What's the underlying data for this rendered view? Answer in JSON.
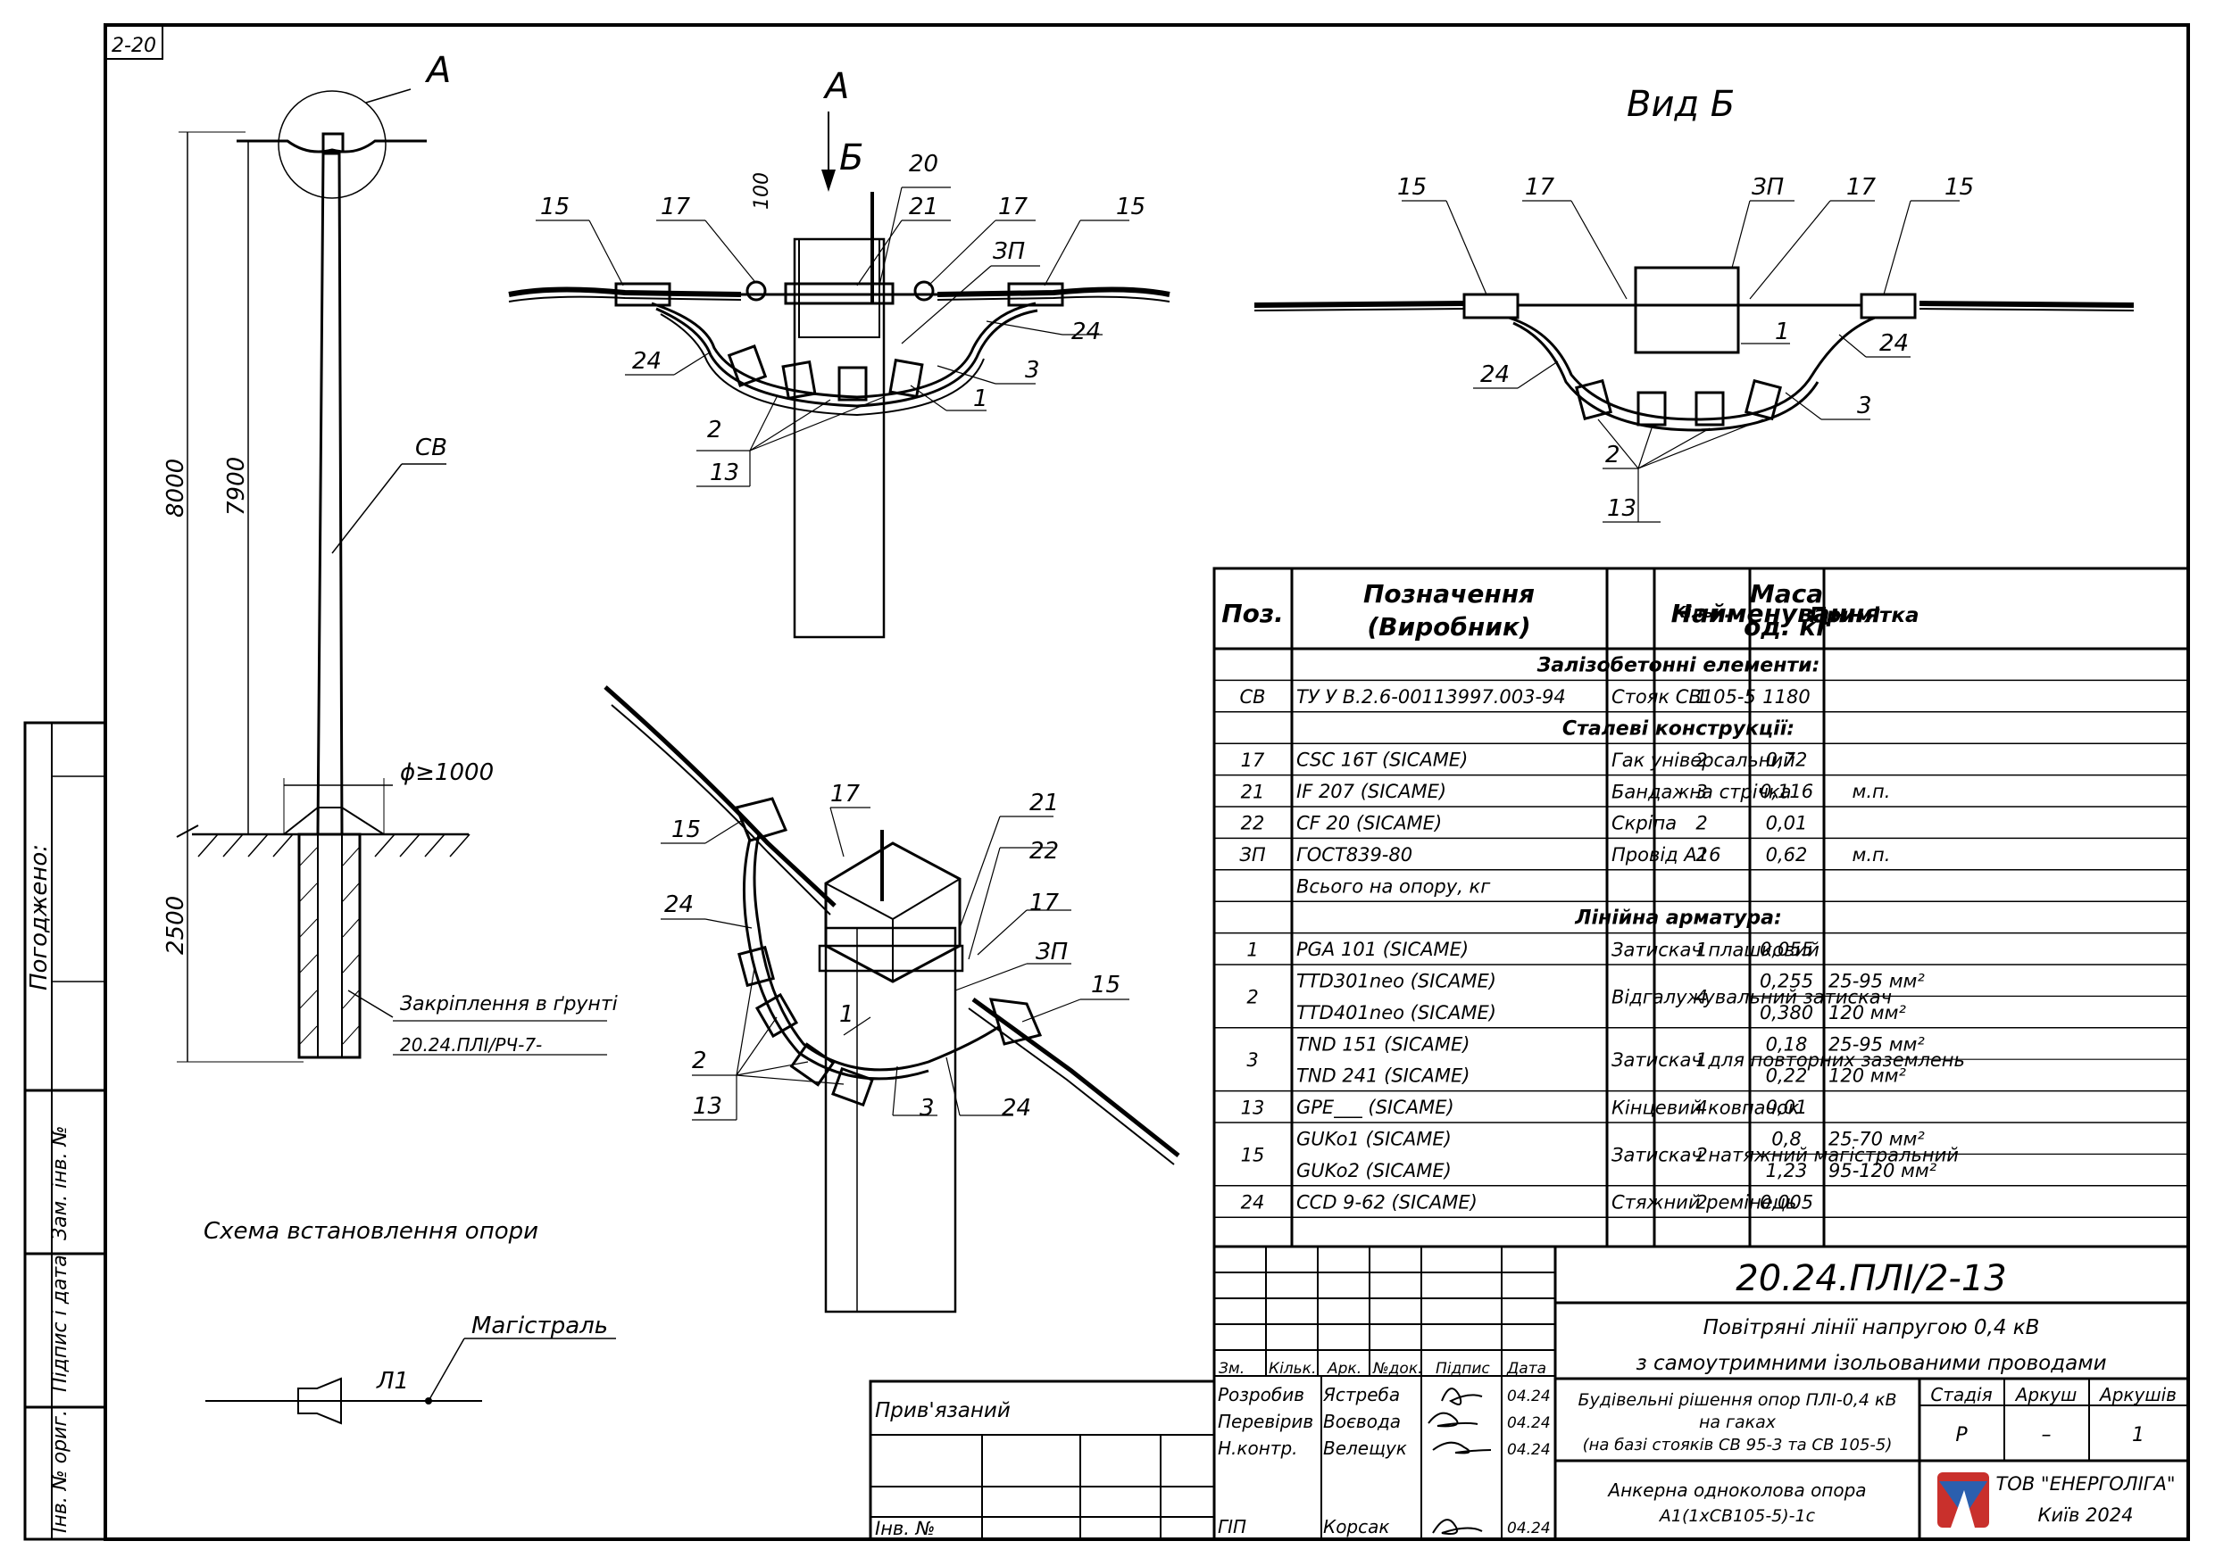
{
  "sheet_code": "2-20",
  "views": {
    "view_a_mark": "А",
    "view_a_mark_detail": "А",
    "view_b_mark": "Б",
    "view_b_title": "Вид Б",
    "dim_100": "100",
    "dim_8000": "8000",
    "dim_7900": "7900",
    "dim_2500": "2500",
    "dim_diam": "ϕ≥1000",
    "cb_label": "СВ",
    "fix_label": "Закріплення в ґрунті",
    "fix_ref": "20.24.ПЛІ/РЧ-7-",
    "scheme_caption": "Схема встановлення опори",
    "main_line_label": "Магістраль",
    "line_label": "Л1"
  },
  "callouts_top": [
    "15",
    "17",
    "21",
    "20",
    "17",
    "ЗП",
    "15",
    "24",
    "24",
    "3",
    "1",
    "2",
    "13"
  ],
  "callouts_b": [
    "15",
    "17",
    "ЗП",
    "17",
    "15",
    "1",
    "24",
    "24",
    "3",
    "2",
    "13"
  ],
  "callouts_iso": [
    "17",
    "21",
    "22",
    "15",
    "17",
    "ЗП",
    "24",
    "15",
    "1",
    "2",
    "13",
    "3",
    "24"
  ],
  "left_margin": {
    "approved": "Погоджено:",
    "zam_inv": "Зам. інв. №",
    "sign_date": "Підпис і дата",
    "inv_orig": "Інв. № ориг."
  },
  "spec_table": {
    "headers": [
      "Поз.",
      "Позначення (Виробник)",
      "Найменування",
      "Кільк.",
      "Маса од. кг",
      "Примітка"
    ],
    "header_designation_1": "Позначення",
    "header_designation_2": "(Виробник)",
    "header_mass_1": "Маса",
    "header_mass_2": "од. кг",
    "rows": [
      {
        "kind": "section",
        "name": "Залізобетонні елементи:"
      },
      {
        "pos": "СВ",
        "des": "ТУ У В.2.6-00113997.003-94",
        "name": "Стояк СВ105-5",
        "qty": "1",
        "mass": "1180",
        "note": ""
      },
      {
        "kind": "section",
        "name": "Сталеві конструкції:"
      },
      {
        "pos": "17",
        "des": "CSC 16T   (SICAME)",
        "name": "Гак універсальний",
        "qty": "2",
        "mass": "0,72",
        "note": ""
      },
      {
        "pos": "21",
        "des": "IF 207   (SICAME)",
        "name": "Бандажна стрічка",
        "qty": "3",
        "mass": "0,116",
        "note": "м.п."
      },
      {
        "pos": "22",
        "des": "CF 20   (SICAME)",
        "name": "Скріпа",
        "qty": "2",
        "mass": "0,01",
        "note": ""
      },
      {
        "pos": "ЗП",
        "des": "ГОСТ839-80",
        "name": "Провід А16",
        "qty": "2",
        "mass": "0,62",
        "note": "м.п."
      },
      {
        "pos": "",
        "des": "Всього на опору, кг",
        "name": "",
        "qty": "",
        "mass": "",
        "note": ""
      },
      {
        "kind": "section",
        "name": "Лінійна арматура:"
      },
      {
        "pos": "1",
        "des": "PGA 101   (SICAME)",
        "name": "Затискач плашковий",
        "qty": "1",
        "mass": "0,055",
        "note": ""
      },
      {
        "pos": "2",
        "des": "TTD301neo   (SICAME)",
        "des2": "TTD401neo   (SICAME)",
        "name": "Відгалужувальний затискач",
        "qty": "4",
        "mass": "0,255",
        "mass2": "0,380",
        "note": "25-95 мм²",
        "note2": "120 мм²"
      },
      {
        "pos": "3",
        "des": "TND 151   (SICAME)",
        "des2": "TND 241   (SICAME)",
        "name": "Затискач для повторних заземлень",
        "qty": "1",
        "mass": "0,18",
        "mass2": "0,22",
        "note": "25-95 мм²",
        "note2": "120 мм²"
      },
      {
        "pos": "13",
        "des": "GPE___   (SICAME)",
        "name": "Кінцевий ковпачок",
        "qty": "4",
        "mass": "0,01",
        "note": ""
      },
      {
        "pos": "15",
        "des": "GUKo1   (SICAME)",
        "des2": "GUKo2   (SICAME)",
        "name": "Затискач натяжний магістральний",
        "qty": "2",
        "mass": "0,8",
        "mass2": "1,23",
        "note": "25-70 мм²",
        "note2": "95-120 мм²"
      },
      {
        "pos": "24",
        "des": "CCD 9-62   (SICAME)",
        "name": "Стяжний ремінець",
        "qty": "2",
        "mass": "0,005",
        "note": ""
      }
    ]
  },
  "title_block": {
    "doc_code": "20.24.ПЛІ/2-13",
    "project_1": "Повітряні лінії напругою 0,4 кВ",
    "project_2": "з самоутримними ізольованими проводами",
    "col_heads": [
      "Зм.",
      "Кільк.",
      "Арк.",
      "№док.",
      "Підпис",
      "Дата"
    ],
    "privyaz": "Прив'язаний",
    "inv_no": "Інв. №",
    "roles": [
      {
        "role": "Розробив",
        "name": "Ястреба",
        "date": "04.24"
      },
      {
        "role": "Перевірив",
        "name": "Воєвода",
        "date": "04.24"
      },
      {
        "role": "Н.контр.",
        "name": "Велещук",
        "date": "04.24"
      },
      {
        "role": "ГІП",
        "name": "Корсак",
        "date": "04.24"
      }
    ],
    "section_1": "Будівельні рішення опор ПЛІ-0,4 кВ",
    "section_2": "на гаках",
    "section_3": "(на базі стояків СВ 95-3 та СВ 105-5)",
    "stage_head": "Стадія",
    "sheet_head": "Аркуш",
    "sheets_head": "Аркушів",
    "stage": "Р",
    "sheet": "–",
    "sheets": "1",
    "drawing_1": "Анкерна одноколова опора",
    "drawing_2": "А1(1хСВ105-5)-1с",
    "company": "ТОВ \"ЕНЕРГОЛІГА\"",
    "city_year": "Київ 2024"
  }
}
